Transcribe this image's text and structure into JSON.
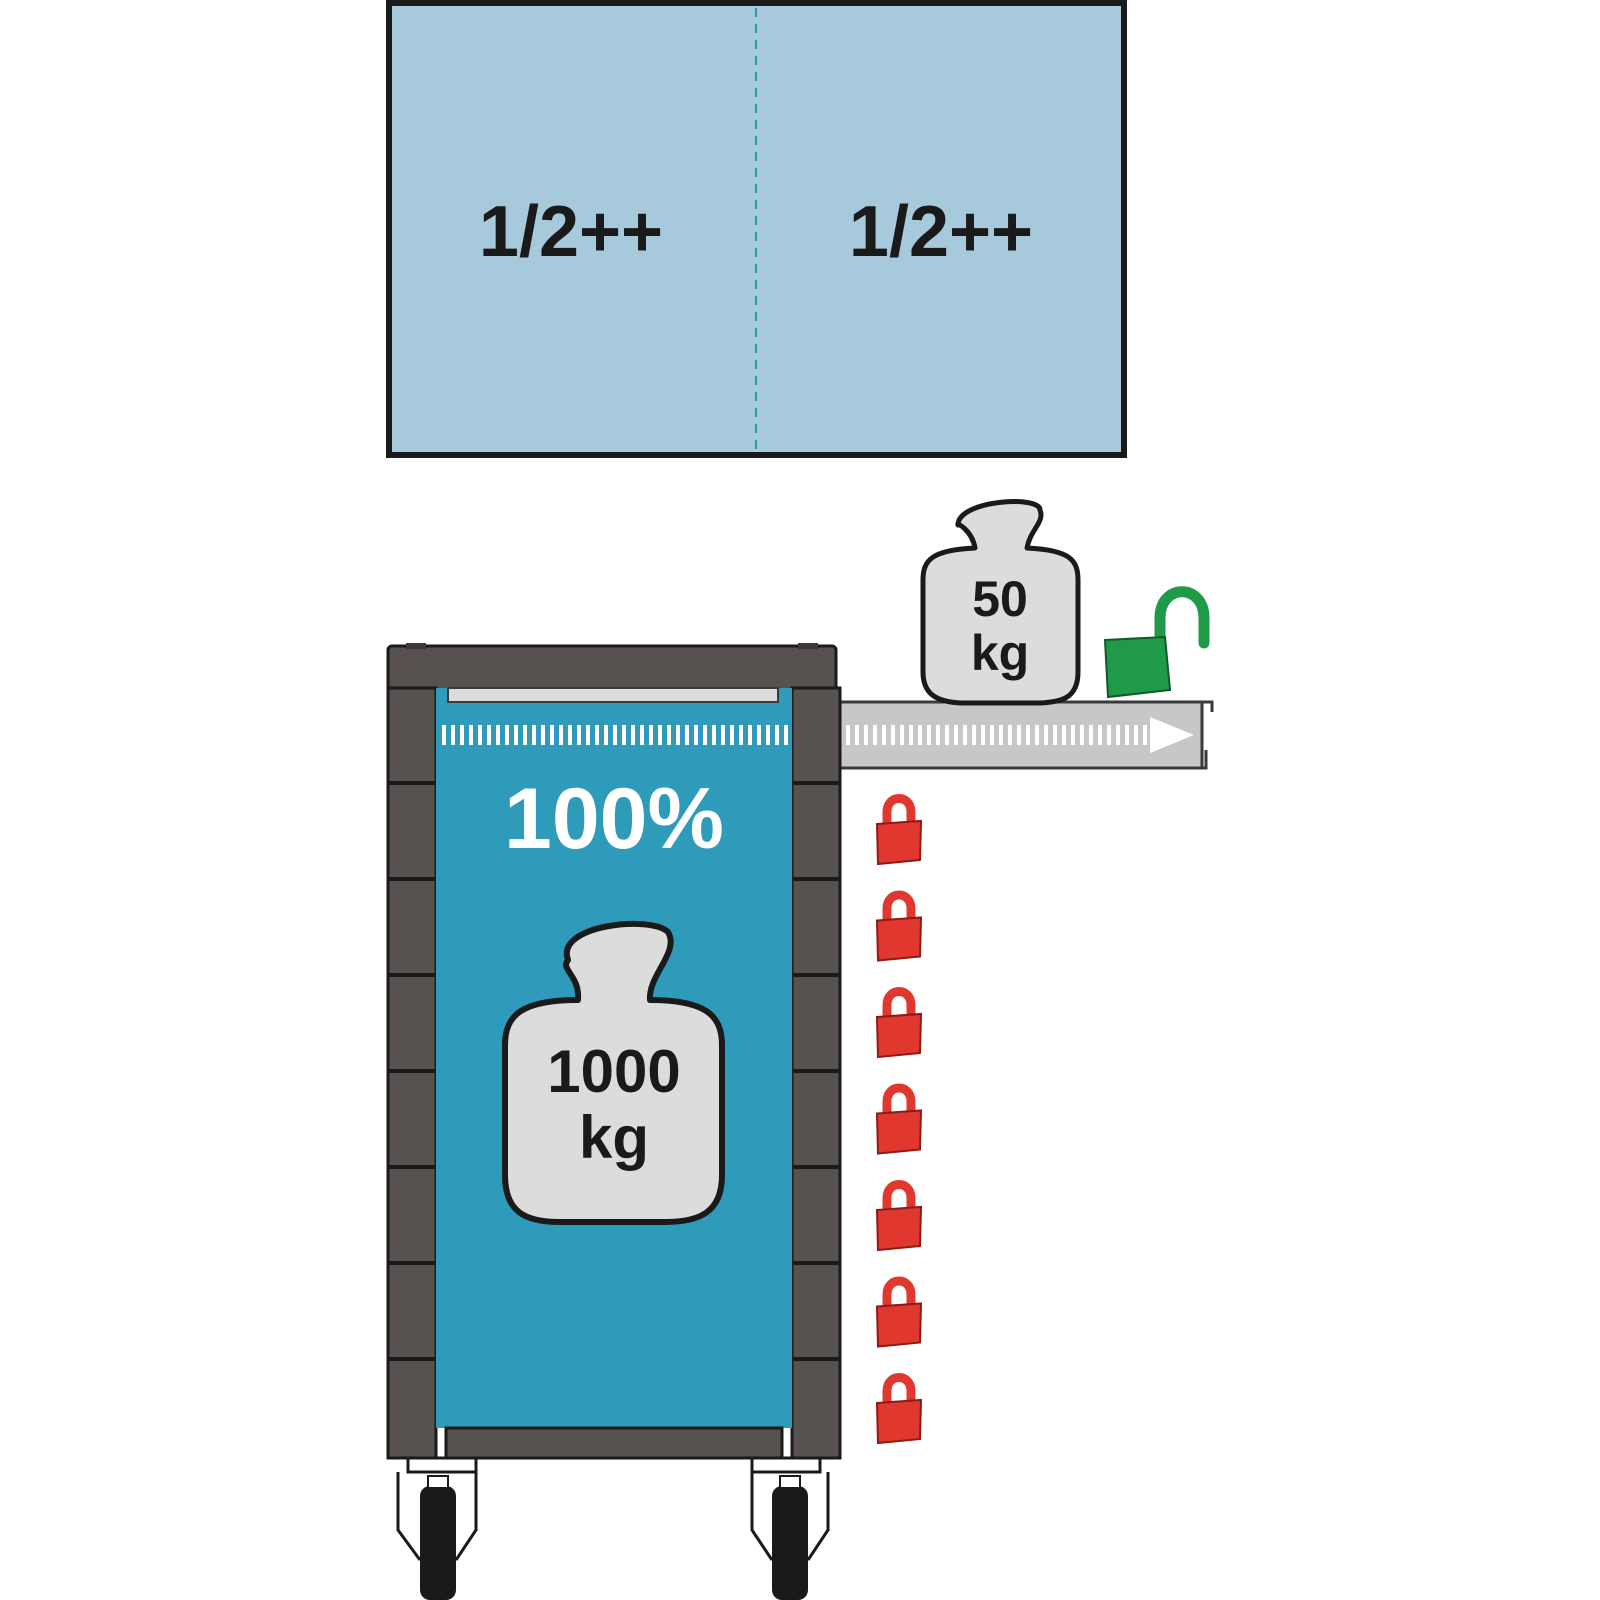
{
  "drawer_layout": {
    "left_label": "1/2++",
    "right_label": "1/2++",
    "panel_color": "#a6c9dc"
  },
  "cabinet": {
    "load_percent_label": "100%",
    "capacity_number": "1000",
    "capacity_unit": "kg",
    "locked_drawers": 7,
    "body_color": "#2e9bba",
    "frame_color": "#575250"
  },
  "open_drawer": {
    "load_number": "50",
    "load_unit": "kg",
    "state": "unlocked"
  },
  "icons": {
    "locked": "padlock-closed-icon",
    "unlocked": "padlock-open-icon",
    "weight": "weight-icon",
    "arrow": "extension-arrow-icon",
    "wheel": "caster-wheel-icon"
  },
  "colors": {
    "lock_red": "#e0382f",
    "lock_green": "#1f9a48",
    "weight_gray": "#dcdcdc"
  }
}
